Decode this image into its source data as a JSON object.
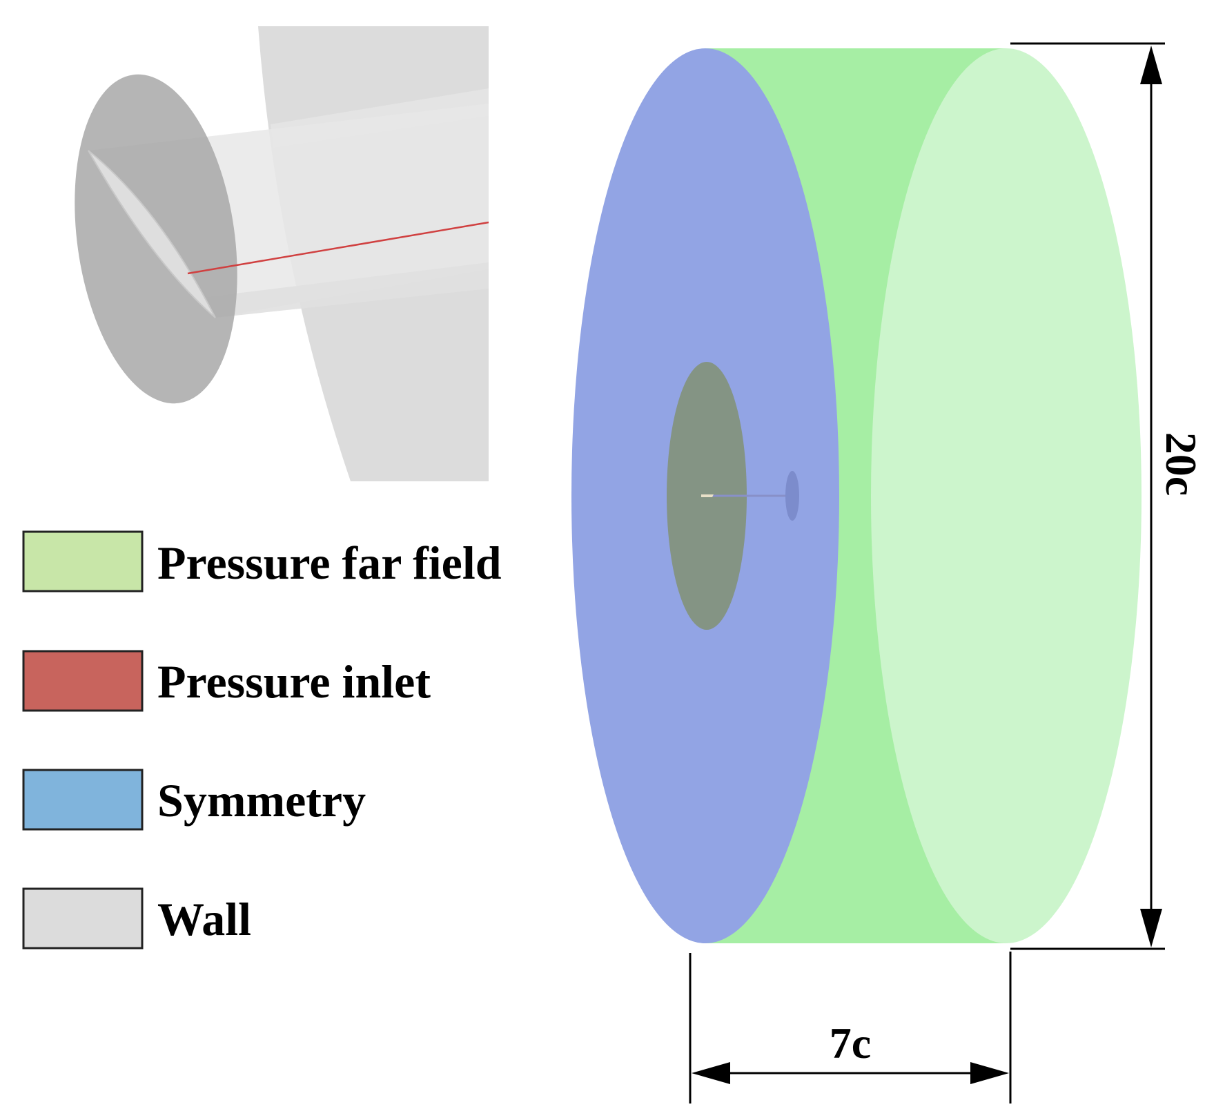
{
  "legend": {
    "items": [
      {
        "label": "Pressure far field",
        "color": "#c8e6a8"
      },
      {
        "label": "Pressure inlet",
        "color": "#c8645d"
      },
      {
        "label": "Symmetry",
        "color": "#80b4dc"
      },
      {
        "label": "Wall",
        "color": "#dcdcdc"
      }
    ]
  },
  "dimensions": {
    "height_label": "20c",
    "width_label": "7c"
  },
  "colors": {
    "far_field_side": "#a6eea4",
    "far_field_face": "#ccf5cc",
    "symmetry_face": "#92a4e4",
    "wall": "#dcdcdc",
    "inlet_line": "#d04040",
    "inner_disc": "#849484"
  }
}
